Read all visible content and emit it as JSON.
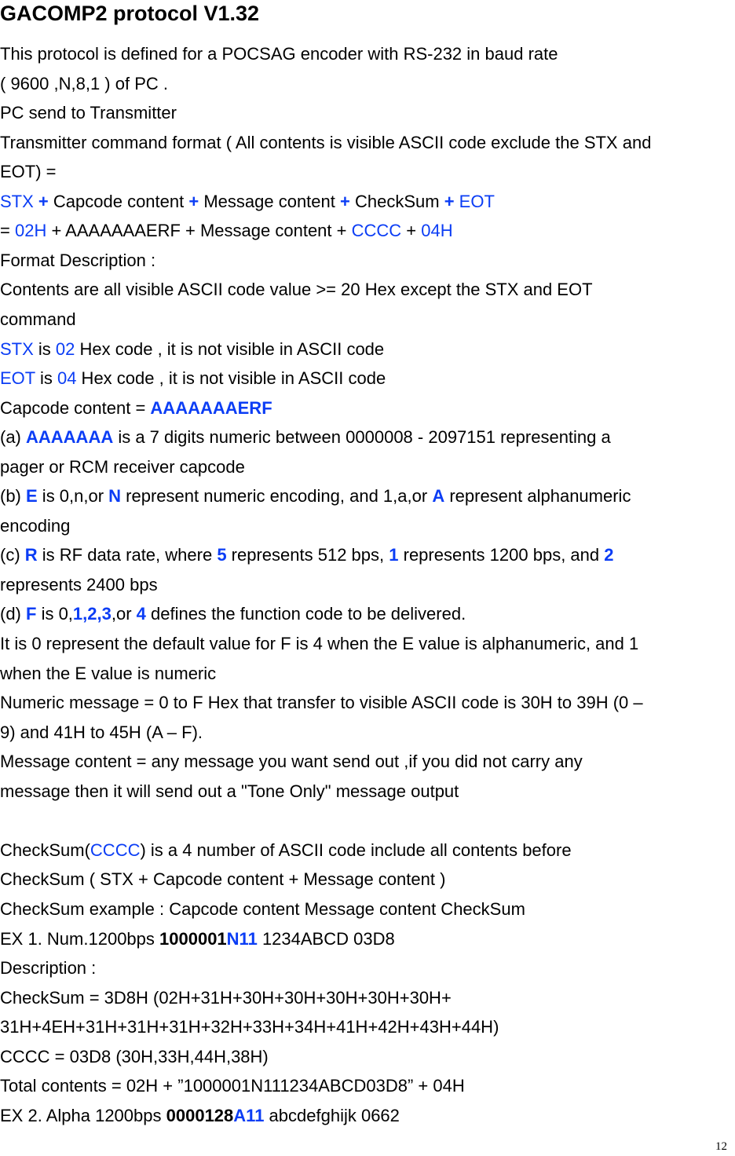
{
  "title": "GACOMP2 protocol V1.32",
  "lines": [
    [
      {
        "t": "This protocol is defined for a POCSAG encoder with RS-232 in baud rate"
      }
    ],
    [
      {
        "t": "( 9600 ,N,8,1 ) of PC ."
      }
    ],
    [
      {
        "t": "PC send to Transmitter"
      }
    ],
    [
      {
        "t": "Transmitter command format ( All contents is visible ASCII code exclude the STX and"
      }
    ],
    [
      {
        "t": "EOT) ="
      }
    ],
    [
      {
        "t": "STX",
        "s": "b"
      },
      {
        "t": " "
      },
      {
        "t": "+",
        "s": "bb"
      },
      {
        "t": " Capcode content "
      },
      {
        "t": "+",
        "s": "bb"
      },
      {
        "t": " Message content "
      },
      {
        "t": "+",
        "s": "bb"
      },
      {
        "t": " CheckSum "
      },
      {
        "t": "+",
        "s": "bb"
      },
      {
        "t": " "
      },
      {
        "t": "EOT",
        "s": "b"
      }
    ],
    [
      {
        "t": "= "
      },
      {
        "t": "02H",
        "s": "b"
      },
      {
        "t": " + AAAAAAAERF + Message content + "
      },
      {
        "t": "CCCC",
        "s": "b"
      },
      {
        "t": " + "
      },
      {
        "t": "04H",
        "s": "b"
      }
    ],
    [
      {
        "t": "Format Description :"
      }
    ],
    [
      {
        "t": "Contents are all visible ASCII code value >= 20 Hex except the STX and EOT"
      }
    ],
    [
      {
        "t": "command"
      }
    ],
    [
      {
        "t": "STX",
        "s": "b"
      },
      {
        "t": " is "
      },
      {
        "t": "02",
        "s": "b"
      },
      {
        "t": " Hex code , it is not visible in ASCII code"
      }
    ],
    [
      {
        "t": "EOT",
        "s": "b"
      },
      {
        "t": " is "
      },
      {
        "t": "04",
        "s": "b"
      },
      {
        "t": " Hex code , it is not visible in ASCII code"
      }
    ],
    [
      {
        "t": "Capcode content = "
      },
      {
        "t": "AAAAAAAERF",
        "s": "bb"
      }
    ],
    [
      {
        "t": "(a) "
      },
      {
        "t": "AAAAAAA",
        "s": "bb"
      },
      {
        "t": " is a 7 digits numeric between 0000008 - 2097151 representing a"
      }
    ],
    [
      {
        "t": "pager or RCM receiver capcode"
      }
    ],
    [
      {
        "t": "(b) "
      },
      {
        "t": "E",
        "s": "bb"
      },
      {
        "t": " is 0,n,or "
      },
      {
        "t": "N",
        "s": "bb"
      },
      {
        "t": " represent numeric encoding, and 1,a,or "
      },
      {
        "t": "A",
        "s": "bb"
      },
      {
        "t": " represent alphanumeric"
      }
    ],
    [
      {
        "t": "encoding"
      }
    ],
    [
      {
        "t": "(c) "
      },
      {
        "t": "R",
        "s": "bb"
      },
      {
        "t": " is RF data rate, where "
      },
      {
        "t": "5",
        "s": "bb"
      },
      {
        "t": " represents 512 bps, "
      },
      {
        "t": "1",
        "s": "bb"
      },
      {
        "t": " represents 1200 bps, and "
      },
      {
        "t": "2",
        "s": "bb"
      }
    ],
    [
      {
        "t": "represents 2400 bps"
      }
    ],
    [
      {
        "t": "(d) "
      },
      {
        "t": "F",
        "s": "bb"
      },
      {
        "t": " is 0,"
      },
      {
        "t": "1,2,3",
        "s": "bb"
      },
      {
        "t": ",or "
      },
      {
        "t": "4",
        "s": "bb"
      },
      {
        "t": " defines the function code to be delivered."
      }
    ],
    [
      {
        "t": "It is 0 represent the default value for F is 4 when the E value is alphanumeric, and 1"
      }
    ],
    [
      {
        "t": "when the E value is numeric"
      }
    ],
    [
      {
        "t": "Numeric message = 0 to F Hex that transfer to visible ASCII code is 30H to 39H (0 –"
      }
    ],
    [
      {
        "t": "9) and 41H to 45H (A – F)."
      }
    ],
    [
      {
        "t": "Message content = any message you want send out ,if you did not carry any"
      }
    ],
    [
      {
        "t": "message then it will send out a \"Tone Only\" message output"
      }
    ],
    [],
    [
      {
        "t": "CheckSum("
      },
      {
        "t": "CCCC",
        "s": "b"
      },
      {
        "t": ") is a 4 number of ASCII code include all contents before"
      }
    ],
    [
      {
        "t": "CheckSum ( STX + Capcode content + Message content )"
      }
    ],
    [
      {
        "t": "CheckSum example : Capcode content Message content CheckSum"
      }
    ],
    [
      {
        "t": "EX 1. Num.1200bps "
      },
      {
        "t": "1000001",
        "s": "k"
      },
      {
        "t": "N11",
        "s": "bb"
      },
      {
        "t": " 1234ABCD 03D8"
      }
    ],
    [
      {
        "t": "Description :"
      }
    ],
    [
      {
        "t": "CheckSum = 3D8H (02H+31H+30H+30H+30H+30H+30H+"
      }
    ],
    [
      {
        "t": "31H+4EH+31H+31H+31H+32H+33H+34H+41H+42H+43H+44H)"
      }
    ],
    [
      {
        "t": "CCCC = 03D8 (30H,33H,44H,38H)"
      }
    ],
    [
      {
        "t": "Total contents = 02H + ”1000001N111234ABCD03D8” + 04H"
      }
    ],
    [
      {
        "t": "EX 2. Alpha 1200bps "
      },
      {
        "t": "0000128",
        "s": "k"
      },
      {
        "t": "A11",
        "s": "bb"
      },
      {
        "t": " abcdefghijk 0662"
      }
    ]
  ],
  "page_number": "12"
}
